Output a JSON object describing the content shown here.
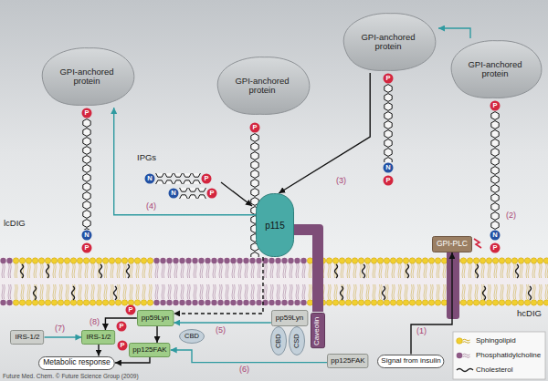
{
  "diagram": {
    "nodes": [
      {
        "text": [
          "GPI-anchored protein"
        ]
      },
      {
        "text": [
          "GPI-anchored protein"
        ]
      },
      {
        "text": [
          "GPI-anchored protein"
        ]
      },
      {
        "text": [
          "GPI-anchored protein"
        ]
      },
      {
        "text": [
          "p115"
        ]
      },
      {
        "text": [
          "GPI-PLC"
        ]
      },
      {
        "text": [
          "Caveolin"
        ]
      },
      {
        "text": [
          "pp59Lyn"
        ]
      },
      {
        "text": [
          "CBD"
        ]
      },
      {
        "text": [
          "CSD"
        ]
      },
      {
        "text": [
          "IRS-1/2"
        ]
      },
      {
        "text": [
          "IRS-1/2"
        ]
      },
      {
        "text": [
          "pp59Lyn"
        ]
      },
      {
        "text": [
          "CBD"
        ]
      },
      {
        "text": [
          "pp125FAK"
        ]
      },
      {
        "text": [
          "pp125FAK"
        ]
      },
      {
        "text": [
          "Metabolic response"
        ]
      },
      {
        "text": [
          "Signal from insulin"
        ]
      }
    ],
    "edges": [
      {
        "from": 3,
        "to": 2,
        "arrow": "to"
      },
      {
        "from": 2,
        "to": 4,
        "arrow": "to"
      },
      {
        "from": 4,
        "to": 0,
        "arrow": "to"
      },
      {
        "from": 17,
        "to": 5,
        "arrow": "to"
      },
      {
        "from": 4,
        "to": 12,
        "arrow": "to"
      },
      {
        "from": 7,
        "to": 12,
        "arrow": "to"
      },
      {
        "from": 15,
        "to": 14,
        "arrow": "to"
      },
      {
        "from": 10,
        "to": 11,
        "arrow": "to"
      },
      {
        "from": 12,
        "to": 11,
        "arrow": "to"
      },
      {
        "from": 12,
        "to": 14,
        "arrow": "to"
      },
      {
        "from": 11,
        "to": 16,
        "arrow": "to"
      },
      {
        "from": 14,
        "to": 16,
        "arrow": "to"
      }
    ],
    "labels": [
      "IPGs",
      "lcDIG",
      "P",
      "N",
      "P",
      "N",
      "P",
      "N",
      "P",
      "P",
      "(4)",
      "(3)",
      "(2)",
      "P",
      "N",
      "P",
      "P",
      "N",
      "P",
      "hcDIG",
      "(1)",
      "(5)",
      "(6)",
      "(7)",
      "(8)",
      "P",
      "P",
      "P",
      "Future Med. Chem. © Future Science Group (2009)"
    ],
    "legend": [
      {
        "text": "Sphingolipid"
      },
      {
        "text": "Phosphatidylcholine"
      },
      {
        "text": "Cholesterol"
      }
    ]
  }
}
